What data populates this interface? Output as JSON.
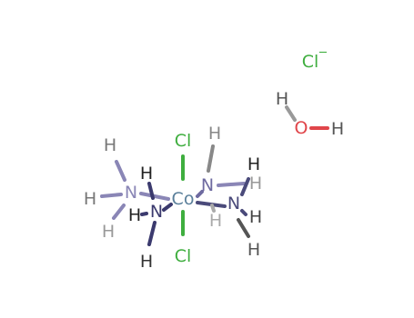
{
  "molecule": {
    "atoms": {
      "co": {
        "label": "Co",
        "color": "#5a7f9a"
      },
      "cl_top": {
        "label": "Cl",
        "color": "#3fae3f"
      },
      "cl_bottom": {
        "label": "Cl",
        "color": "#3fae3f"
      },
      "n_left": {
        "label": "N",
        "color": "#8a86b6"
      },
      "n_mid": {
        "label": "N",
        "color": "#3b3a6e"
      },
      "n_upper_right": {
        "label": "N",
        "color": "#6e6aa0"
      },
      "n_right": {
        "label": "N",
        "color": "#4a4a7a"
      },
      "h_nl_1": {
        "label": "H",
        "color": "#777777"
      },
      "h_nl_2": {
        "label": "H",
        "color": "#777777"
      },
      "h_nl_3": {
        "label": "H",
        "color": "#999999"
      },
      "h_nm_1": {
        "label": "H",
        "color": "#222222"
      },
      "h_nm_2": {
        "label": "H",
        "color": "#222222"
      },
      "h_nm_3": {
        "label": "H",
        "color": "#333333"
      },
      "h_nur_1": {
        "label": "H",
        "color": "#888888"
      },
      "h_nur_2": {
        "label": "H",
        "color": "#999999"
      },
      "h_nur_3": {
        "label": "H",
        "color": "#aaaaaa"
      },
      "h_nr_1": {
        "label": "H",
        "color": "#222222"
      },
      "h_nr_2": {
        "label": "H",
        "color": "#444444"
      },
      "h_nr_3": {
        "label": "H",
        "color": "#555555"
      }
    }
  },
  "chloride": {
    "label": "Cl",
    "charge": "−",
    "color": "#3fae3f"
  },
  "water": {
    "o": {
      "label": "O",
      "color": "#e0454a"
    },
    "h1": {
      "label": "H",
      "color": "#555555"
    },
    "h2": {
      "label": "H",
      "color": "#555555"
    }
  }
}
